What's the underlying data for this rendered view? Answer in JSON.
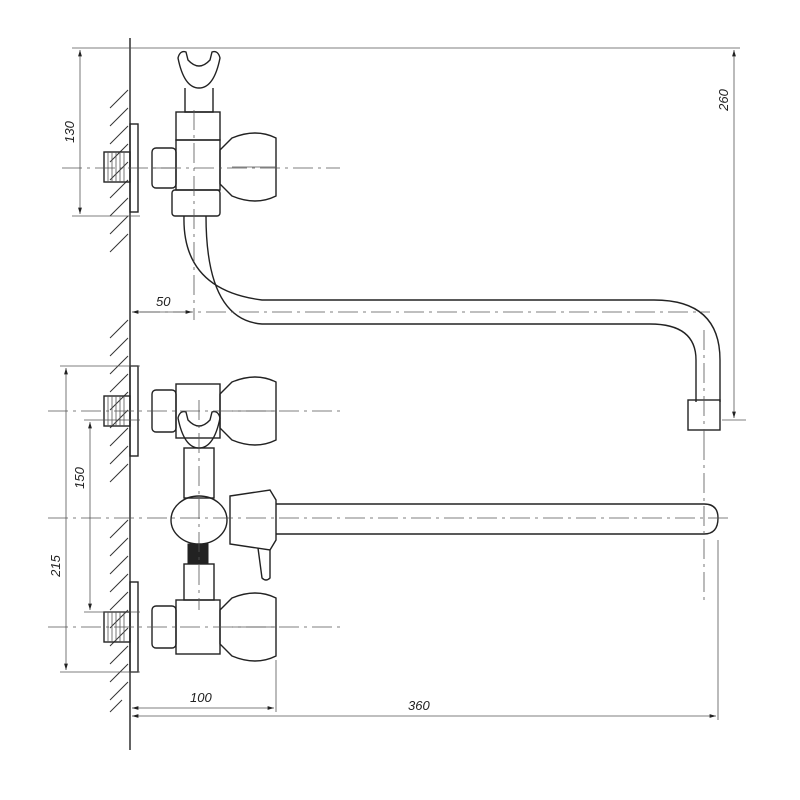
{
  "dimensions": {
    "top_total_height": "260",
    "upper_mount_height": "130",
    "wall_offset": "50",
    "inlet_spacing": "150",
    "lower_mount_height": "215",
    "handle_offset": "100",
    "spout_length": "360"
  },
  "colors": {
    "line": "#222222",
    "background": "#ffffff"
  }
}
